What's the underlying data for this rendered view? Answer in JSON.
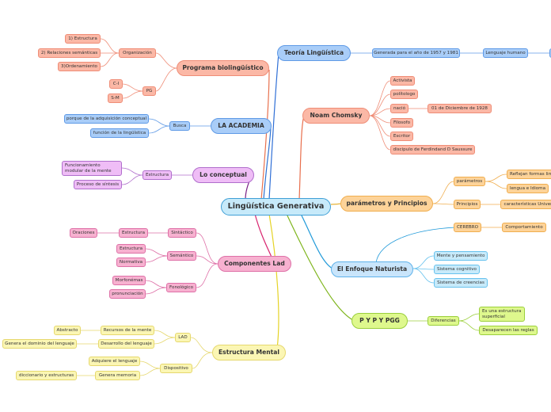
{
  "central": "Lingüística Generativa",
  "branches": {
    "teoria": {
      "label": "Teoría Lingüística",
      "generada": "Generada para el año de 1957 y 1981",
      "lenguaje": "Lenguaje humano"
    },
    "chomsky": {
      "label": "Noam Chomsky",
      "items": [
        "Activista",
        "polítologo",
        "nació",
        "Filosofo",
        "Escritor",
        "discipulo de Ferdindand D Saussure"
      ],
      "fecha": "01 de Diciembre de 1928"
    },
    "parametros": {
      "label": "parámetros y Principios",
      "parametros": "parámetros",
      "reflejan": "Reflejan formas lim",
      "lengua": "lengua e Idioma",
      "principios": "Principios",
      "caracteristicas": "características Univer",
      "cerebro": "CEREBRO",
      "comportamiento": "Comportamiento"
    },
    "naturista": {
      "label": "El Enfoque Naturista",
      "items": [
        "Mente y pensamiento",
        "Sistema cognitivo",
        "Sistema de creencias"
      ]
    },
    "pypgg": {
      "label": "P Y P Y PGG",
      "diferencias": "Diferencias",
      "estructura": "Es una estructura superficial",
      "desaparecen": "Desaparecen las reglas"
    },
    "programa": {
      "label": "Programa biolingüístico",
      "organizacion": "Organización",
      "estructura": "1) Estructura",
      "relaciones": "2) Relaciones semánticas",
      "ordenamiento": "3)Ordenamiento",
      "pg": "PG",
      "ci": "C-I",
      "sm": "S-M"
    },
    "academia": {
      "label": "LA ACADEMIA",
      "busca": "Busca",
      "porque": "porque de la adquisición conceptual",
      "funcion": "función de la lingüística"
    },
    "conceptual": {
      "label": "Lo conceptual",
      "estructura": "Estructura",
      "funcionamiento": "Funcionamiento modular de la mente",
      "proceso": "Proceso de síntesis"
    },
    "componentes": {
      "label": "Componentes Lad",
      "sintactico": "Sintáctico",
      "estructura": "Estructura",
      "oraciones": "Oraciones",
      "semantico": "Semántico",
      "sem_estructura": "Estructura",
      "normativa": "Normativa",
      "fonologico": "Fonológico",
      "morfonemas": "Morfonémas",
      "pronunciacion": "pronunciación"
    },
    "mental": {
      "label": "Estructura Mental",
      "lad": "LAD",
      "recursos": "Recursos de la mente",
      "abstracto": "Abstracto",
      "desarrollo": "Desarrollo del lenguaje",
      "dominio": "Genera el dominio del lenguaje",
      "dispositivo": "Dispositivo",
      "adquiere": "Adquiere el lenguaje",
      "memoria": "Genera memoria",
      "diccionario": "diccionario y estructuras"
    }
  },
  "colors": {
    "salmon": "#fbb8a6",
    "blue": "#a9cdf8",
    "purple": "#efbdf6",
    "pink": "#f7b1d0",
    "yellow": "#fde9a6",
    "cyan": "#c7eafa",
    "green": "#def88d"
  }
}
